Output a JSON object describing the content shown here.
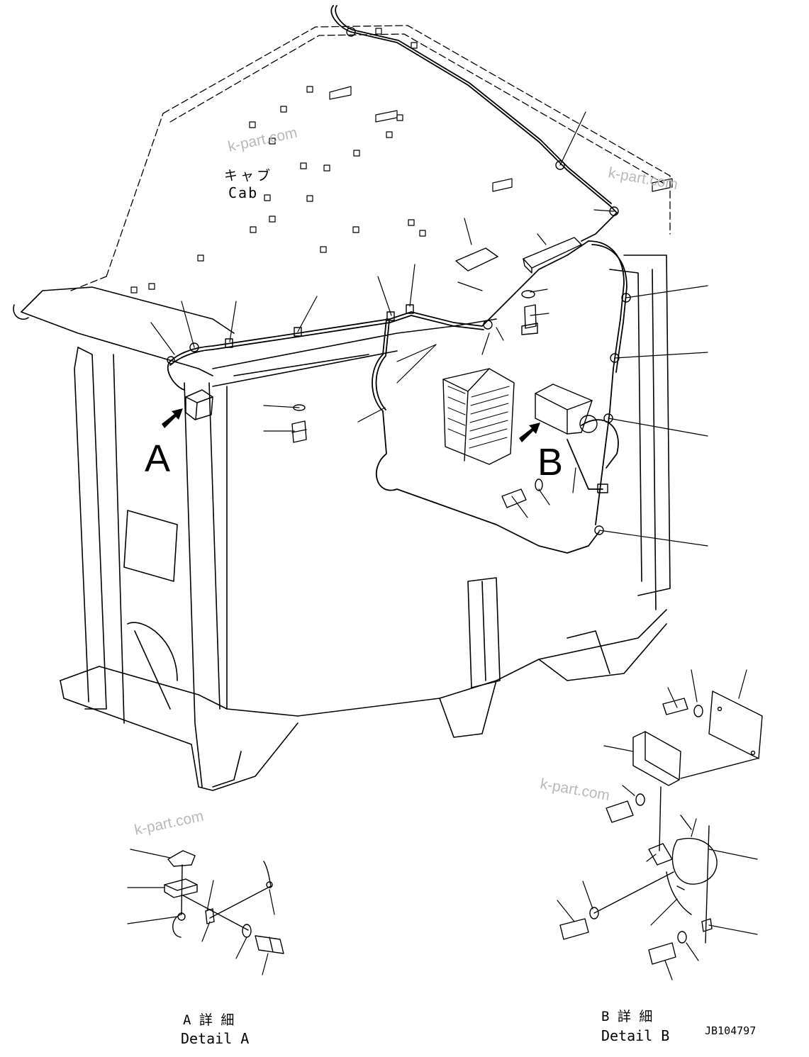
{
  "labels": {
    "cab_jp": "キャブ",
    "cab_en": "Cab",
    "view_a": "A",
    "view_b": "B",
    "detail_a_jp": "A 詳 細",
    "detail_a_en": "Detail A",
    "detail_b_jp": "B 詳 細",
    "detail_b_en": "Detail B",
    "drawing_no": "JB104797"
  },
  "watermarks": [
    "k-part.com",
    "k-part.com",
    "k-part.com",
    "k-part.com"
  ]
}
